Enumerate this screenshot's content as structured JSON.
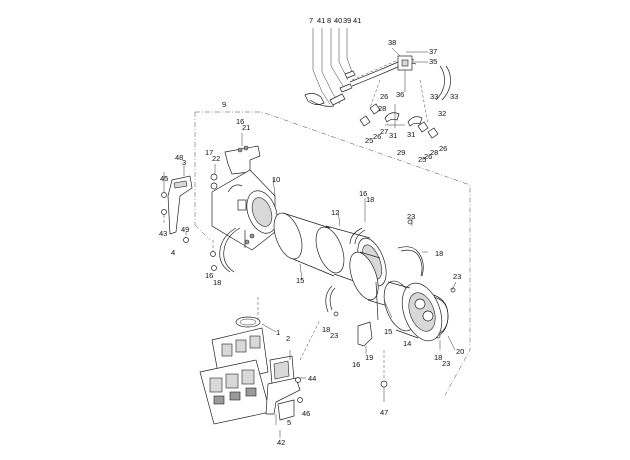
{
  "callouts": {
    "c7": "7",
    "c41a": "41",
    "c8": "8",
    "c40": "40",
    "c39": "39",
    "c41b": "41",
    "c38": "38",
    "c37": "37",
    "c35": "35",
    "c36": "36",
    "c33a": "33",
    "c33b": "33",
    "c32": "32",
    "c26a": "26",
    "c28a": "28",
    "c27": "27",
    "c25a": "25",
    "c26b": "26",
    "c31a": "31",
    "c29": "29",
    "c31b": "31",
    "c28b": "28",
    "c26c": "26",
    "c26d": "26",
    "c25b": "25",
    "c9": "9",
    "c16a": "16",
    "c21": "21",
    "c17": "17",
    "c22": "22",
    "c48": "48",
    "c3": "3",
    "c45": "45",
    "c43": "43",
    "c49": "49",
    "c4": "4",
    "c10": "10",
    "c12": "12",
    "c16b": "16",
    "c18a": "18",
    "c23a": "23",
    "c18b": "18",
    "c16c": "16",
    "c18c": "18",
    "c15a": "15",
    "c23b": "23",
    "c18d": "18",
    "c23c": "23",
    "c15b": "15",
    "c14": "14",
    "c18e": "18",
    "c23d": "23",
    "c20": "20",
    "c19": "19",
    "c16d": "16",
    "c1": "1",
    "c2": "2",
    "c44": "44",
    "c46": "46",
    "c5": "5",
    "c42": "42",
    "c47": "47"
  }
}
